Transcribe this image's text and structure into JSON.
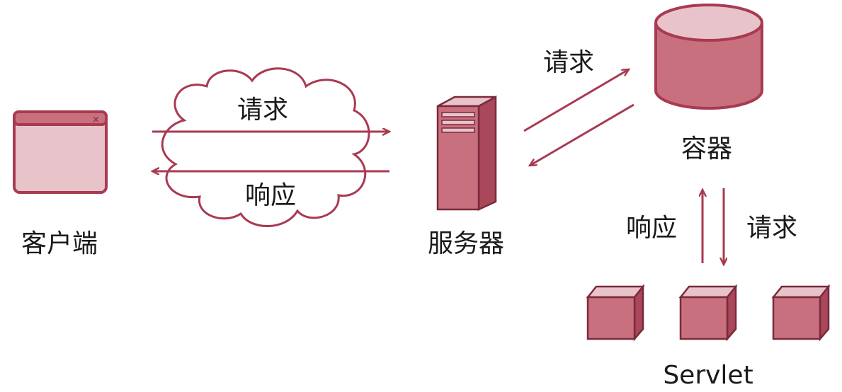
{
  "client": {
    "label": "客户端"
  },
  "network": {
    "request_label": "请求",
    "response_label": "响应"
  },
  "server": {
    "label": "服务器"
  },
  "container": {
    "label": "容器",
    "request_label": "请求"
  },
  "servlet_link": {
    "response_label": "响应",
    "request_label": "请求"
  },
  "servlets": {
    "label": "Servlet",
    "count": 3
  },
  "colors": {
    "primary": "#a83a52",
    "fill_light": "#e8c4ca",
    "fill_mid": "#c9707e",
    "fill_dark": "#b14d5e",
    "text": "#1a1a1a"
  }
}
